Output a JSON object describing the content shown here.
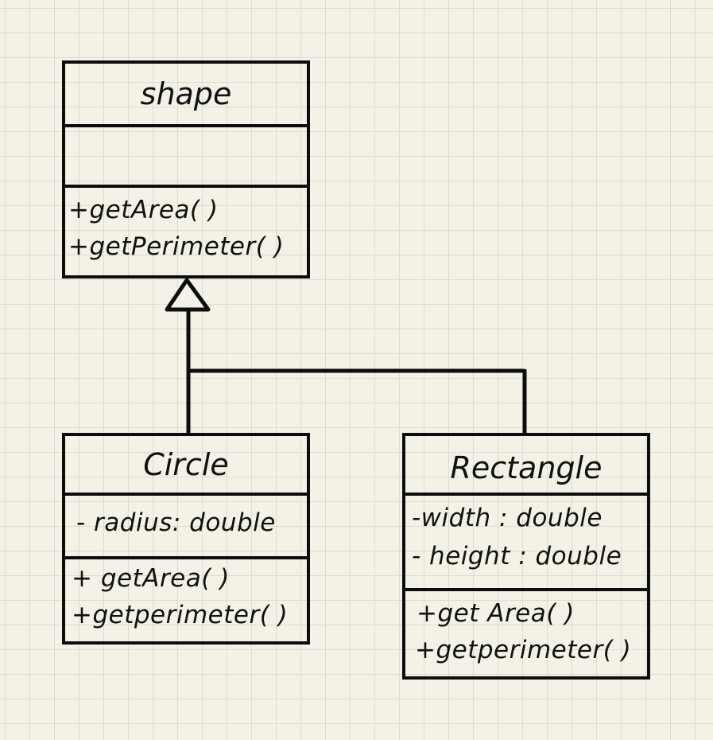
{
  "diagram": {
    "classes": {
      "shape": {
        "name": "shape",
        "attributes": [],
        "methods": [
          "+getArea( )",
          "+getPerimeter( )"
        ]
      },
      "circle": {
        "name": "Circle",
        "attributes": [
          "- radius: double"
        ],
        "methods": [
          "+ getArea( )",
          "+getperimeter( )"
        ]
      },
      "rectangle": {
        "name": "Rectangle",
        "attributes": [
          "-width : double",
          "- height : double"
        ],
        "methods": [
          "+get Area( )",
          "+getperimeter( )"
        ]
      }
    },
    "relationships": [
      {
        "type": "generalization",
        "from": "Circle",
        "to": "shape"
      },
      {
        "type": "generalization",
        "from": "Rectangle",
        "to": "shape"
      }
    ]
  }
}
